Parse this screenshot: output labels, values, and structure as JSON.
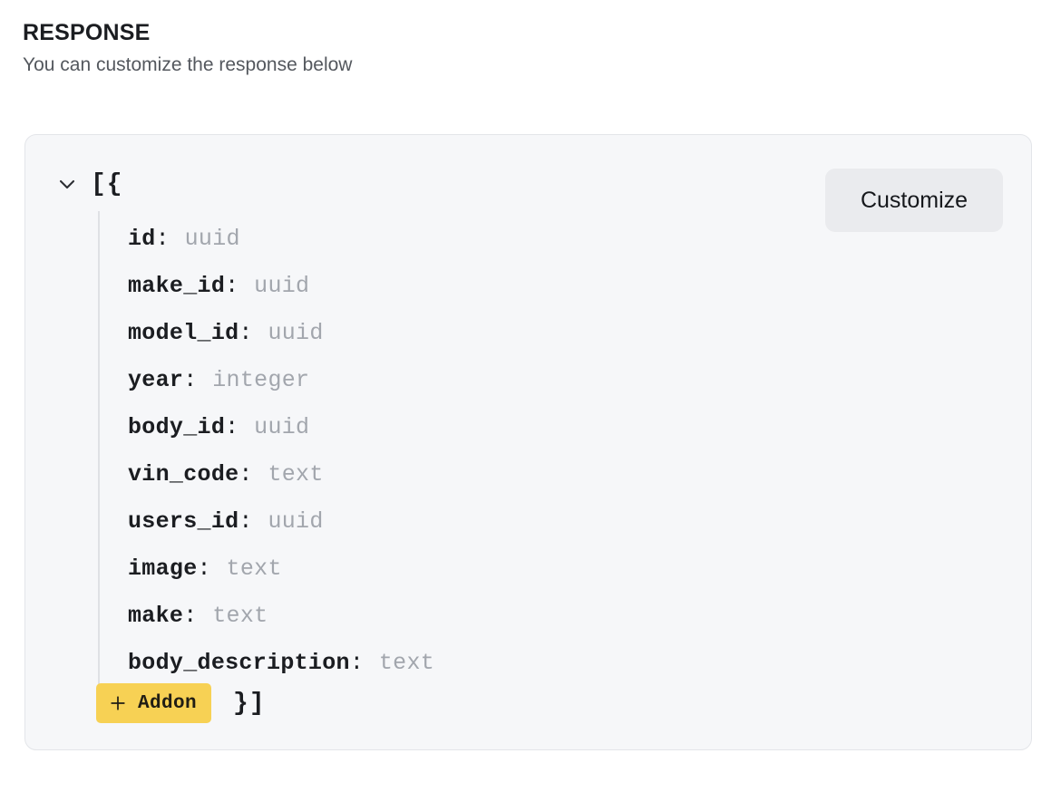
{
  "header": {
    "title": "RESPONSE",
    "subtitle": "You can customize the response below"
  },
  "panel": {
    "customize_label": "Customize",
    "bracket_open": "[{",
    "bracket_close": "}]",
    "addon_label": "Addon",
    "icons": {
      "collapse": "chevron-down-icon",
      "add": "plus-icon"
    },
    "colors": {
      "panel_background": "#f6f7f9",
      "panel_border": "#e3e5e9",
      "customize_background": "#eaebee",
      "addon_background": "#f7d154",
      "key_text": "#1b1d21",
      "type_text": "#a2a6ad",
      "indent_guide": "#dfe1e5"
    },
    "fields": [
      {
        "key": "id",
        "type": "uuid"
      },
      {
        "key": "make_id",
        "type": "uuid"
      },
      {
        "key": "model_id",
        "type": "uuid"
      },
      {
        "key": "year",
        "type": "integer"
      },
      {
        "key": "body_id",
        "type": "uuid"
      },
      {
        "key": "vin_code",
        "type": "text"
      },
      {
        "key": "users_id",
        "type": "uuid"
      },
      {
        "key": "image",
        "type": "text"
      },
      {
        "key": "make",
        "type": "text"
      },
      {
        "key": "body_description",
        "type": "text"
      }
    ]
  }
}
